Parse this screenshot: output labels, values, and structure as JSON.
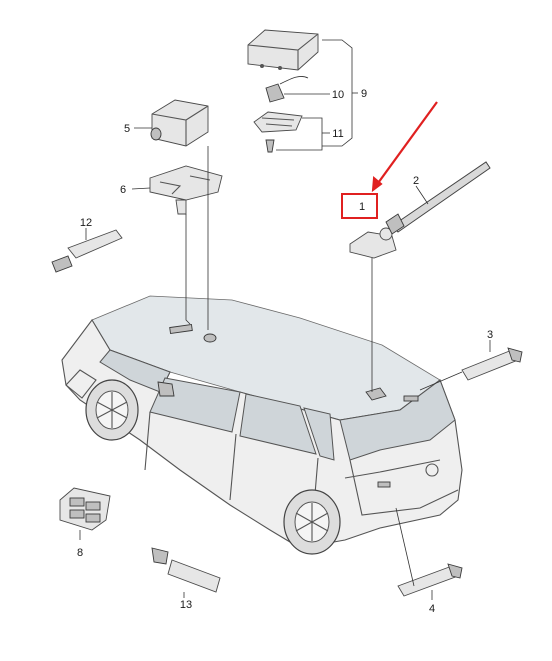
{
  "diagram": {
    "callouts": [
      {
        "id": "1",
        "text": "1"
      },
      {
        "id": "2",
        "text": "2"
      },
      {
        "id": "3",
        "text": "3"
      },
      {
        "id": "4",
        "text": "4"
      },
      {
        "id": "5",
        "text": "5"
      },
      {
        "id": "6",
        "text": "6"
      },
      {
        "id": "8",
        "text": "8"
      },
      {
        "id": "9",
        "text": "9"
      },
      {
        "id": "10",
        "text": "10"
      },
      {
        "id": "11",
        "text": "11"
      },
      {
        "id": "12",
        "text": "12"
      },
      {
        "id": "13",
        "text": "13"
      }
    ],
    "highlight": {
      "target": "1",
      "color": "#e02020"
    },
    "colors": {
      "line": "#333333",
      "part": "#e6e6e6",
      "glass": "#cfd5d9"
    }
  }
}
